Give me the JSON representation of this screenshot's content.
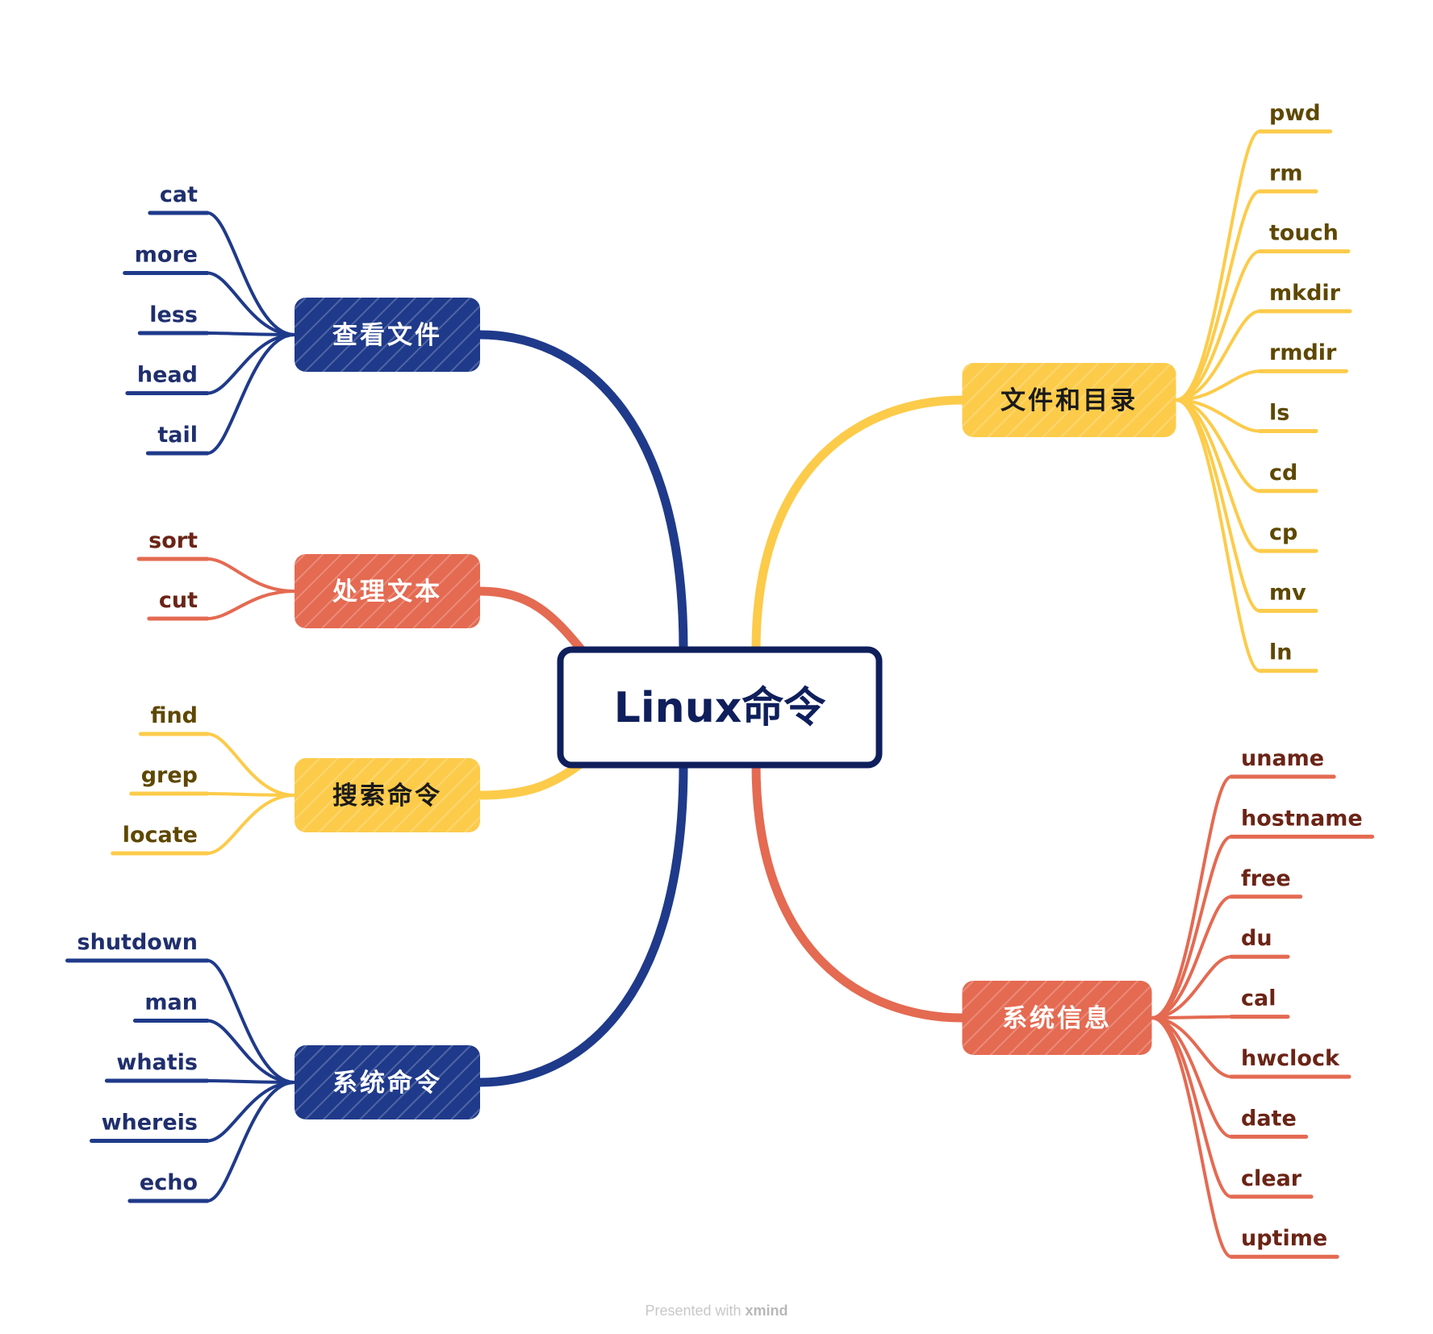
{
  "root": {
    "label": "Linux命令",
    "color": "#0f1f5c"
  },
  "branches": [
    {
      "key": "view-files",
      "label": "查看文件",
      "color": "#1f3a8a",
      "textColor": "#ffffff",
      "leafTextColor": "#1f2f6e",
      "side": "left",
      "leaves": [
        "cat",
        "more",
        "less",
        "head",
        "tail"
      ]
    },
    {
      "key": "process-text",
      "label": "处理文本",
      "color": "#e46a52",
      "textColor": "#ffffff",
      "leafTextColor": "#6b2416",
      "side": "left",
      "leaves": [
        "sort",
        "cut"
      ]
    },
    {
      "key": "search-commands",
      "label": "搜索命令",
      "color": "#fccb4a",
      "textColor": "#1a1a1a",
      "leafTextColor": "#5e4800",
      "side": "left",
      "leaves": [
        "find",
        "grep",
        "locate"
      ]
    },
    {
      "key": "system-commands",
      "label": "系统命令",
      "color": "#1f3a8a",
      "textColor": "#ffffff",
      "leafTextColor": "#1f2f6e",
      "side": "left",
      "leaves": [
        "shutdown",
        "man",
        "whatis",
        "whereis",
        "echo"
      ]
    },
    {
      "key": "files-directories",
      "label": "文件和目录",
      "color": "#fccb4a",
      "textColor": "#1a1a1a",
      "leafTextColor": "#5e4800",
      "side": "right",
      "leaves": [
        "pwd",
        "rm",
        "touch",
        "mkdir",
        "rmdir",
        "ls",
        "cd",
        "cp",
        "mv",
        "ln"
      ]
    },
    {
      "key": "system-info",
      "label": "系统信息",
      "color": "#e46a52",
      "textColor": "#ffffff",
      "leafTextColor": "#6b2416",
      "side": "right",
      "leaves": [
        "uname",
        "hostname",
        "free",
        "du",
        "cal",
        "hwclock",
        "date",
        "clear",
        "uptime"
      ]
    }
  ],
  "footer": {
    "prefix": "Presented with",
    "brand": "xmind"
  }
}
